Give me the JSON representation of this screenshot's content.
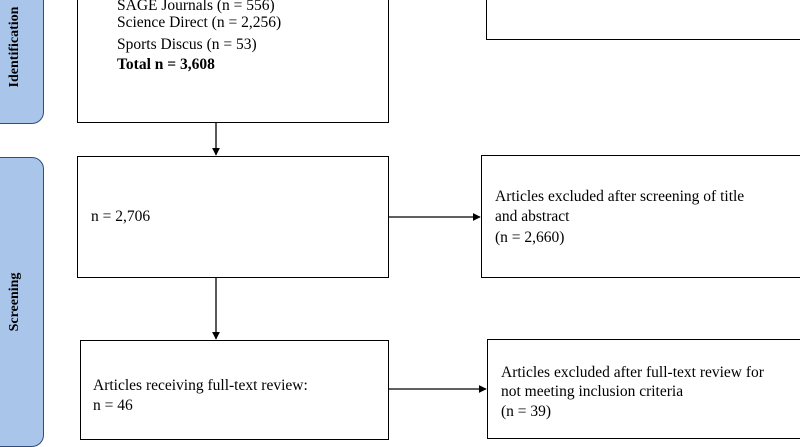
{
  "phases": {
    "identification_label": "Identification",
    "screening_label": "Screening"
  },
  "identification": {
    "sources": [
      "SAGE Journals (n = 556)",
      "Science Direct (n = 2,256)",
      "Sports Discus (n = 53)"
    ],
    "total": "Total n = 3,608"
  },
  "screening": {
    "count": "n = 2,706",
    "excluded_title_abstract": {
      "line1": "Articles excluded after screening of title",
      "line2": "and abstract",
      "line3": "(n = 2,660)"
    },
    "full_text": {
      "line1": "Articles receiving full-text review:",
      "line2": "n = 46"
    },
    "excluded_full_text": {
      "line1": "Articles excluded after full-text review for",
      "line2": "not meeting inclusion criteria",
      "line3": "(n = 39)"
    }
  }
}
